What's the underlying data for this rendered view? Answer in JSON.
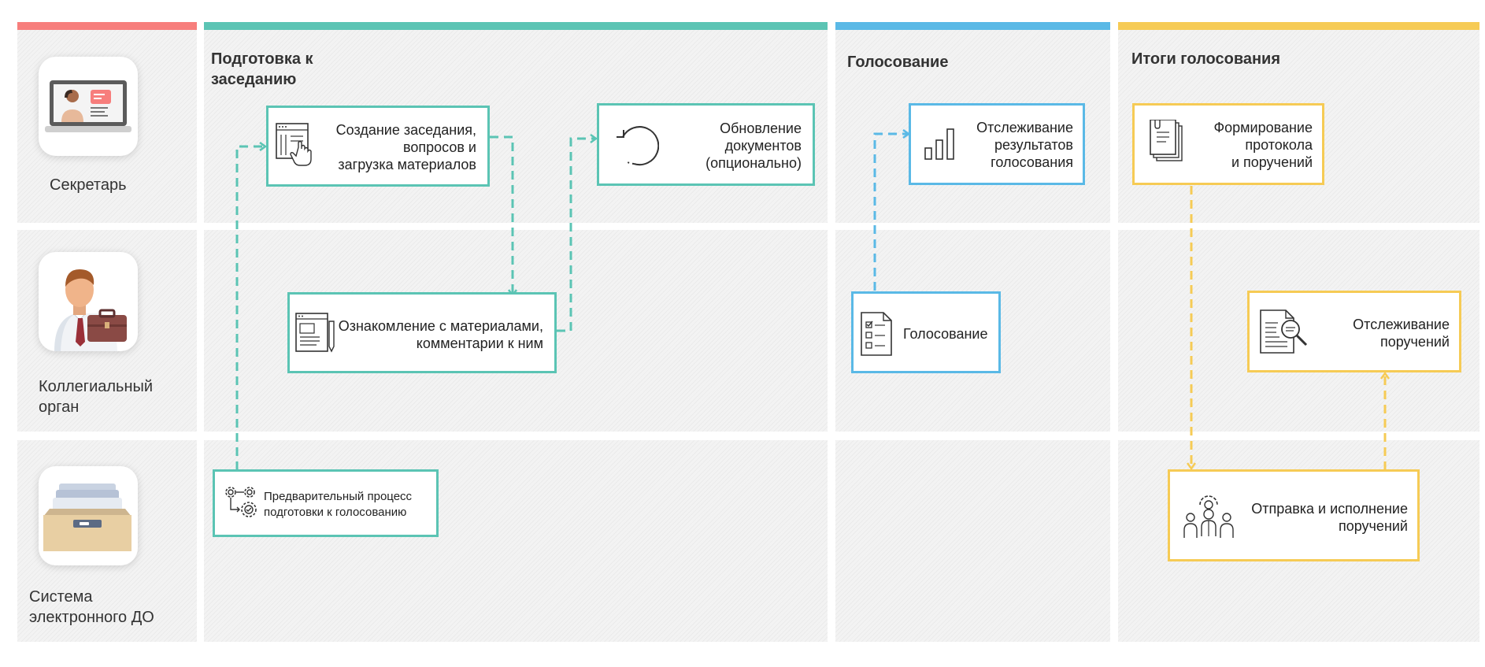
{
  "colors": {
    "red": "#f77e7c",
    "teal": "#5bc4b4",
    "blue": "#5ab9e6",
    "yellow": "#f6cb55"
  },
  "roles": {
    "secretary": {
      "label": "Секретарь",
      "icon": "secretary-laptop-icon"
    },
    "board": {
      "label_line1": "Коллегиальный",
      "label_line2": "орган",
      "icon": "businessman-briefcase-icon"
    },
    "system": {
      "label_line1": "Система",
      "label_line2": "электронного ДО",
      "icon": "document-drawer-icon"
    }
  },
  "phases": {
    "preparation": {
      "title_line1": "Подготовка к",
      "title_line2": "заседанию"
    },
    "voting": {
      "title": "Голосование"
    },
    "results": {
      "title": "Итоги голосования"
    }
  },
  "steps": {
    "create_meeting": {
      "line1": "Создание заседания,",
      "line2": "вопросов и",
      "line3": "загрузка материалов",
      "icon": "document-edit-icon"
    },
    "update_docs": {
      "line1": "Обновление",
      "line2": "документов",
      "line3": "(опционально)",
      "icon": "refresh-icon"
    },
    "review_materials": {
      "line1": "Ознакомление с материалами,",
      "line2": "комментарии к ним",
      "icon": "document-pen-icon"
    },
    "prelim_process": {
      "line1": "Предварительный процесс",
      "line2": "подготовки к голосованию",
      "icon": "gears-icon"
    },
    "track_results": {
      "line1": "Отслеживание",
      "line2": "результатов",
      "line3": "голосования",
      "icon": "bar-chart-icon"
    },
    "voting": {
      "label": "Голосование",
      "icon": "checklist-icon"
    },
    "form_protocol": {
      "line1": "Формирование",
      "line2": "протокола",
      "line3": "и поручений",
      "icon": "document-stack-icon"
    },
    "track_orders": {
      "line1": "Отслеживание",
      "line2": "поручений",
      "icon": "document-magnifier-icon"
    },
    "send_orders": {
      "line1": "Отправка и исполнение",
      "line2": "поручений",
      "icon": "team-gear-icon"
    }
  }
}
